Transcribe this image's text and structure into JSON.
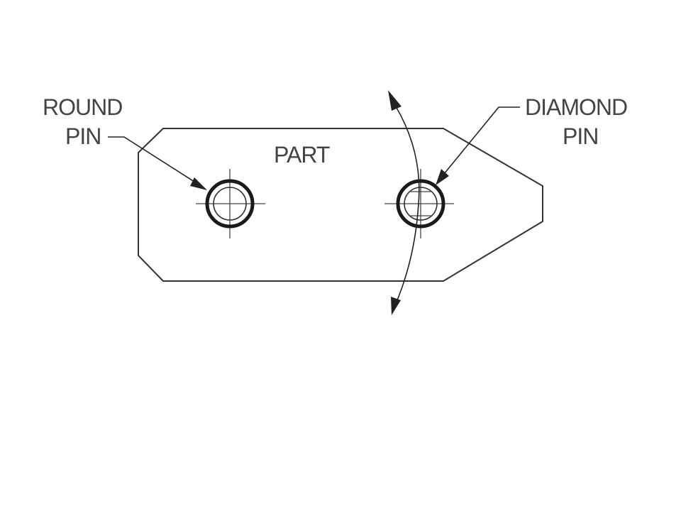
{
  "labels": {
    "round_pin_line1": "ROUND",
    "round_pin_line2": "PIN",
    "part": "PART",
    "diamond_pin_line1": "DIAMOND",
    "diamond_pin_line2": "PIN"
  }
}
